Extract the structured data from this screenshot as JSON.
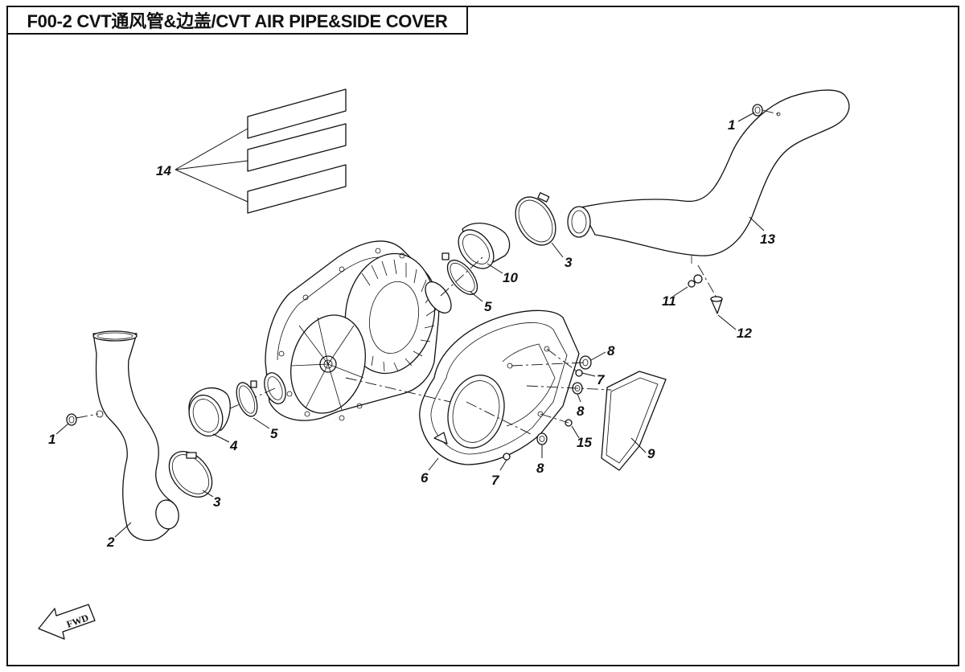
{
  "title": "F00-2 CVT通风管&边盖/CVT AIR PIPE&SIDE COVER",
  "callouts": {
    "c1_right": "1",
    "c1_left": "1",
    "c2": "2",
    "c3_upper": "3",
    "c3_lower": "3",
    "c4": "4",
    "c5_upper": "5",
    "c5_lower": "5",
    "c6": "6",
    "c7_right": "7",
    "c7_lower": "7",
    "c8_top": "8",
    "c8_middle": "8",
    "c8_bottom": "8",
    "c9": "9",
    "c10": "10",
    "c11": "11",
    "c12": "12",
    "c13": "13",
    "c14": "14",
    "c15": "15"
  },
  "fwd_label": "FWD",
  "icons": {
    "fwd": "forward-direction-arrow-icon"
  }
}
